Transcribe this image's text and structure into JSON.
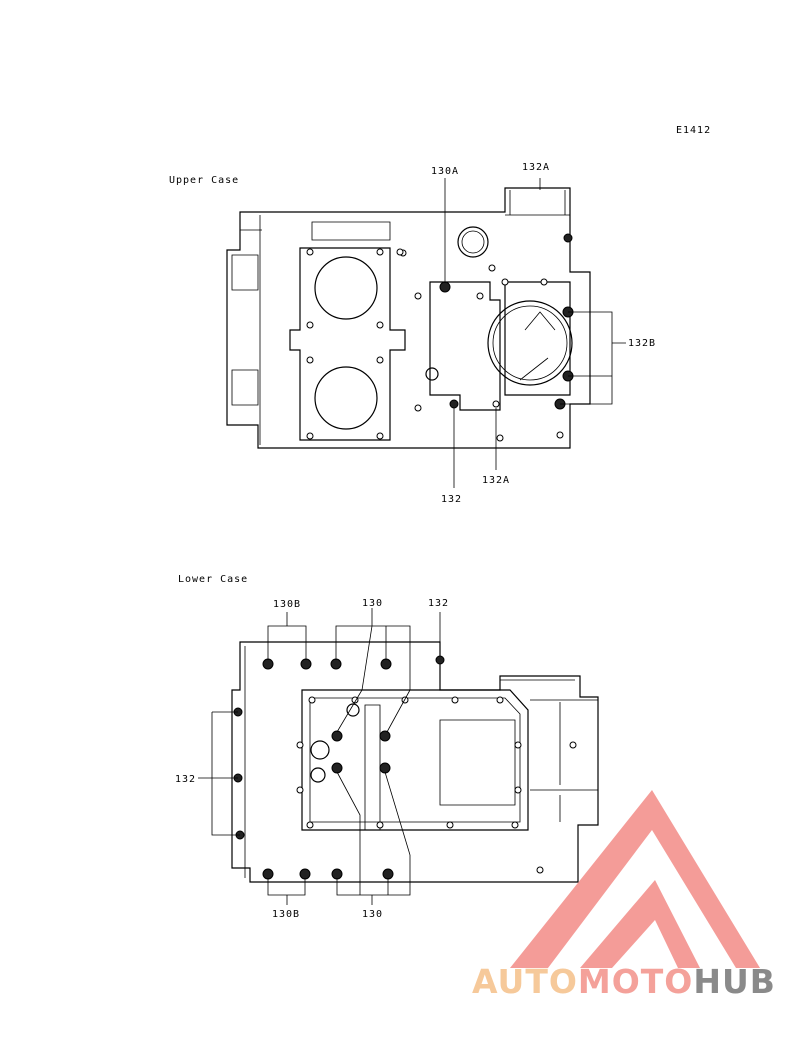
{
  "figure_code": "E1412",
  "upper_case": {
    "title": "Upper Case",
    "labels": {
      "l130a": "130A",
      "l132a_top": "132A",
      "l132b": "132B",
      "l132": "132",
      "l132a_bottom": "132A"
    }
  },
  "lower_case": {
    "title": "Lower Case",
    "labels": {
      "l130b_top": "130B",
      "l130_top": "130",
      "l132_top": "132",
      "l132_left": "132",
      "l130b_bottom": "130B",
      "l130_bottom": "130"
    }
  },
  "watermark": {
    "part1": "AUTO",
    "part2": "MOTO",
    "part3": "HUB",
    "colors": {
      "part1": "#f6c99a",
      "part2": "#f4a19a",
      "part3": "#8a8a8a",
      "triangle": "#f28b86"
    }
  }
}
